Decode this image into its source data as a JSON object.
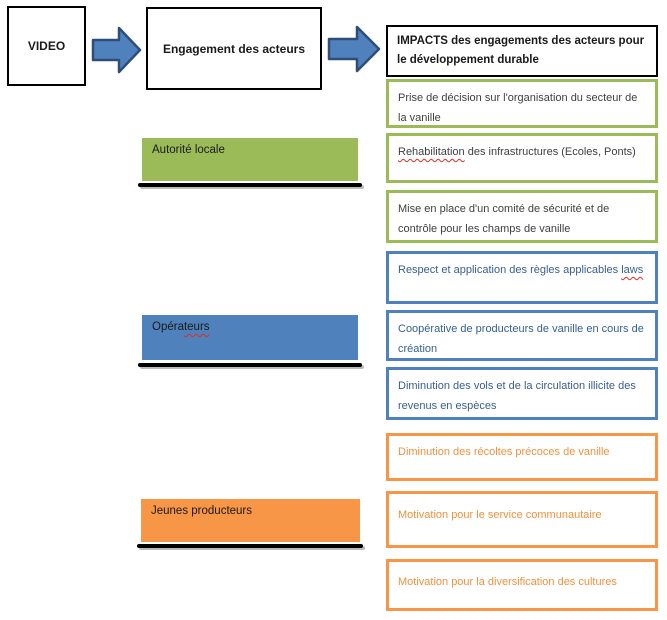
{
  "flow": {
    "video_label": "VIDEO",
    "engagement_label": "Engagement des acteurs",
    "impacts_title": "IMPACTS des engagements des acteurs pour le développement durable"
  },
  "actors": [
    {
      "group": "green",
      "pre": "Autorité locale",
      "mis": "",
      "post": ""
    },
    {
      "group": "blue",
      "pre": "Opéra",
      "mis": "teurs",
      "post": ""
    },
    {
      "group": "orange",
      "pre": "Jeunes producteurs",
      "mis": "",
      "post": ""
    }
  ],
  "impacts": [
    {
      "group": "green",
      "pre": "Prise de décision sur l'organisation du secteur de la vanille",
      "mis": "",
      "post": ""
    },
    {
      "group": "green",
      "pre": "",
      "mis": "Rehabilitation",
      "post": " des infrastructures (Ecoles, Ponts)"
    },
    {
      "group": "green",
      "pre": "Mise en place d'un comité de sécurité et de contrôle pour les champs de vanille",
      "mis": "",
      "post": ""
    },
    {
      "group": "blue",
      "pre": "Respect et application des règles applicables ",
      "mis": "laws",
      "post": ""
    },
    {
      "group": "blue",
      "pre": "Coopérative de producteurs de vanille en cours de création",
      "mis": "",
      "post": ""
    },
    {
      "group": "blue",
      "pre": "Diminution des vols et de la circulation illicite des revenus en espèces",
      "mis": "",
      "post": ""
    },
    {
      "group": "orange",
      "pre": "Diminution des récoltes précoces de vanille",
      "mis": "",
      "post": ""
    },
    {
      "group": "orange",
      "pre": "Motivation pour le service communautaire",
      "mis": "",
      "post": ""
    },
    {
      "group": "orange",
      "pre": "Motivation pour la diversification des cultures",
      "mis": "",
      "post": ""
    }
  ],
  "colors": {
    "green": "#9BBB59",
    "blue": "#4F81BD",
    "orange": "#F79646",
    "blue_text": "#365F91",
    "orange_text": "#F0913D",
    "arrow_fill": "#4F81BD",
    "arrow_stroke": "#2E4E79",
    "spellcheck_squiggle": "#e02b20"
  }
}
